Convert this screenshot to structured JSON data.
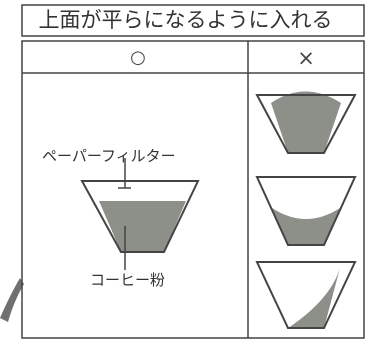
{
  "title": "上面が平らになるように入れる",
  "columns": {
    "correct": "○",
    "incorrect": "×"
  },
  "labels": {
    "filter": "ペーパーフィルター",
    "coffee": "コーヒー粉"
  },
  "colors": {
    "line": "#444444",
    "coffee_fill": "#8c9088",
    "background": "#ffffff"
  }
}
